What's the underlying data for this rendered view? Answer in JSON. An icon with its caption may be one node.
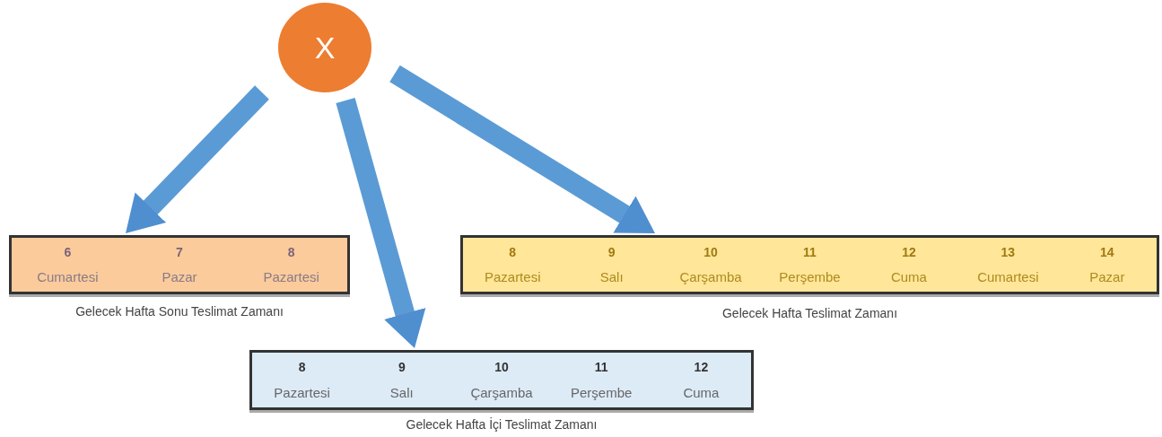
{
  "diagram": {
    "nodes": [
      {
        "text": [
          "X"
        ]
      },
      {
        "text": [
          "6",
          "7",
          "8",
          "Cumartesi",
          "Pazar",
          "Pazartesi"
        ],
        "beside": [
          "Gelecek Hafta Sonu Teslimat Zamanı"
        ]
      },
      {
        "text": [
          "8",
          "9",
          "10",
          "11",
          "12",
          "13",
          "14",
          "Pazartesi",
          "Salı",
          "Çarşamba",
          "Perşembe",
          "Cuma",
          "Cumartesi",
          "Pazar"
        ],
        "beside": [
          "Gelecek Hafta Teslimat Zamanı"
        ]
      },
      {
        "text": [
          "8",
          "9",
          "10",
          "11",
          "12",
          "Pazartesi",
          "Salı",
          "Çarşamba",
          "Perşembe",
          "Cuma"
        ],
        "beside": [
          "Gelecek Hafta İçi Teslimat Zamanı"
        ]
      }
    ],
    "edges": [
      {
        "from": 0,
        "to": 1,
        "arrow": "to"
      },
      {
        "from": 0,
        "to": 3,
        "arrow": "to"
      },
      {
        "from": 0,
        "to": 2,
        "arrow": "to"
      }
    ]
  }
}
